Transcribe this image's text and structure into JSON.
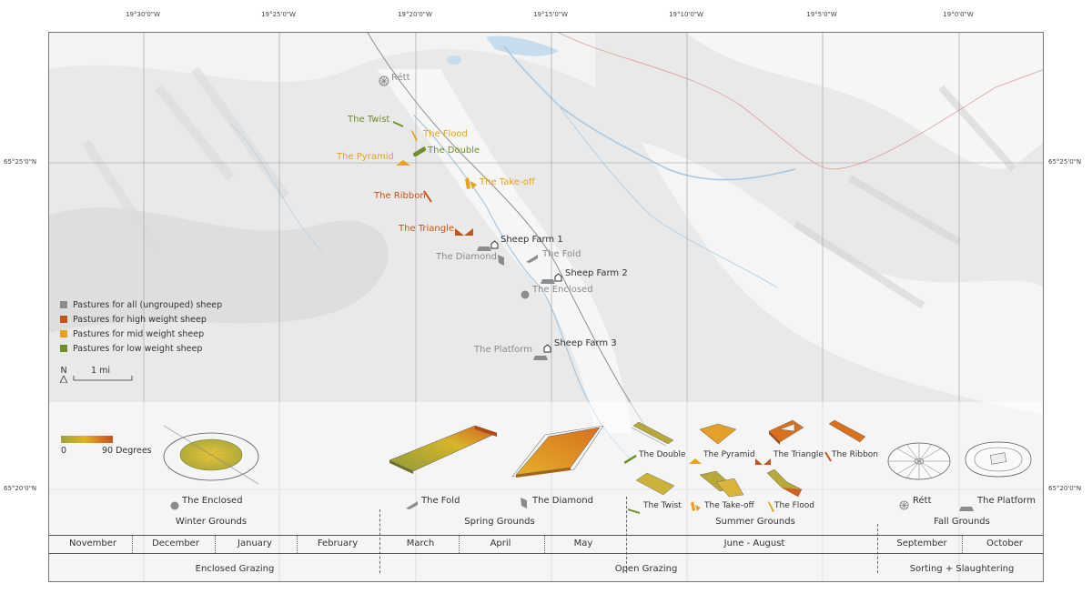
{
  "graticule": {
    "longitudes": [
      "19°30'0\"W",
      "19°25'0\"W",
      "19°20'0\"W",
      "19°15'0\"W",
      "19°10'0\"W",
      "19°5'0\"W",
      "19°0'0\"W"
    ],
    "latitudes": [
      "65°25'0\"N",
      "65°20'0\"N"
    ]
  },
  "map_labels": {
    "rett": "Rétt",
    "twist": "The Twist",
    "flood": "The Flood",
    "double": "The Double",
    "pyramid": "The Pyramid",
    "takeoff": "The Take-off",
    "ribbon": "The Ribbon",
    "triangle": "The Triangle",
    "farm1": "Sheep Farm 1",
    "fold": "The Fold",
    "diamond": "The Diamond",
    "farm2": "Sheep Farm 2",
    "enclosed": "The Enclosed",
    "platform": "The Platform",
    "farm3": "Sheep Farm 3"
  },
  "legend": [
    {
      "label": "Pastures for all (ungrouped) sheep",
      "color": "#8c8c8c"
    },
    {
      "label": "Pastures for high weight sheep",
      "color": "#c4541a"
    },
    {
      "label": "Pastures for mid weight sheep",
      "color": "#e7a21e"
    },
    {
      "label": "Pastures for low weight sheep",
      "color": "#6f8f2a"
    }
  ],
  "scale": {
    "north": "N",
    "distance": "1 mi"
  },
  "slope_ramp": {
    "min": "0",
    "max": "90 Degrees",
    "colors": [
      "#9aa33a",
      "#e3b12a",
      "#d8701e",
      "#c4541a"
    ]
  },
  "models": {
    "enclosed": "The Enclosed",
    "fold": "The Fold",
    "diamond": "The Diamond",
    "double": "The Double",
    "pyramid": "The Pyramid",
    "triangle": "The Triangle",
    "ribbon": "The Ribbon",
    "twist": "The Twist",
    "takeoff": "The Take-off",
    "flood": "The Flood",
    "rett": "Rétt",
    "platform": "The Platform"
  },
  "seasons": [
    "Winter Grounds",
    "Spring Grounds",
    "Summer Grounds",
    "Fall Grounds"
  ],
  "months": [
    "November",
    "December",
    "January",
    "February",
    "March",
    "April",
    "May",
    "June - August",
    "September",
    "October"
  ],
  "phases": [
    "Enclosed Grazing",
    "Open Grazing",
    "Sorting + Slaughtering"
  ]
}
